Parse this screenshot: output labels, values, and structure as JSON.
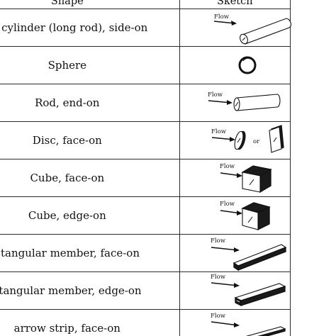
{
  "table": {
    "headers": {
      "shape": "Shape",
      "sketch": "Sketch"
    },
    "rows": [
      {
        "shape": "ar cylinder (long rod), side-on",
        "sketch": "long-rod-side-on",
        "labels": {
          "flow": "Flow"
        }
      },
      {
        "shape": "Sphere",
        "sketch": "sphere"
      },
      {
        "shape": "Rod, end-on",
        "sketch": "rod-end-on",
        "labels": {
          "flow": "Flow"
        }
      },
      {
        "shape": "Disc, face-on",
        "sketch": "disc-face-on",
        "labels": {
          "flow": "Flow",
          "or": "or"
        }
      },
      {
        "shape": "Cube, face-on",
        "sketch": "cube-face-on",
        "labels": {
          "flow": "Flow"
        }
      },
      {
        "shape": "Cube, edge-on",
        "sketch": "cube-edge-on",
        "labels": {
          "flow": "Flow"
        }
      },
      {
        "shape": "ctangular member, face-on",
        "sketch": "rect-member-face-on",
        "labels": {
          "flow": "Flow"
        }
      },
      {
        "shape": "ctangular member, edge-on",
        "sketch": "rect-member-edge-on",
        "labels": {
          "flow": "Flow"
        }
      },
      {
        "shape": "arrow strip, face-on",
        "sketch": "narrow-strip-face-on",
        "labels": {
          "flow": "Flow"
        }
      }
    ]
  },
  "colors": {
    "line": "#2b2b2b",
    "ink": "#111111",
    "background": "#ffffff"
  }
}
